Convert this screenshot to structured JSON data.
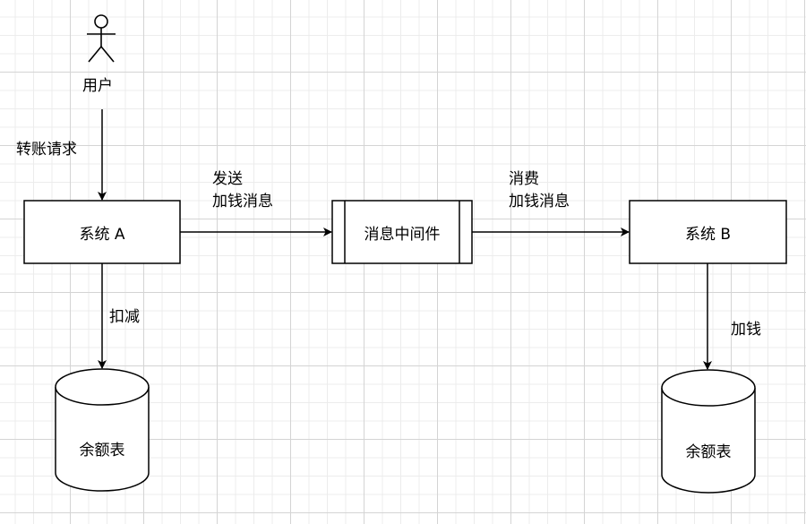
{
  "diagram": {
    "user_label": "用户",
    "edge_transfer_request": "转账请求",
    "system_a": "系统 A",
    "edge_send_line1": "发送",
    "edge_send_line2": "加钱消息",
    "message_queue": "消息中间件",
    "edge_consume_line1": "消费",
    "edge_consume_line2": "加钱消息",
    "system_b": "系统 B",
    "edge_deduct": "扣减",
    "edge_add_money": "加钱",
    "db_left": "余额表",
    "db_right": "余额表"
  }
}
